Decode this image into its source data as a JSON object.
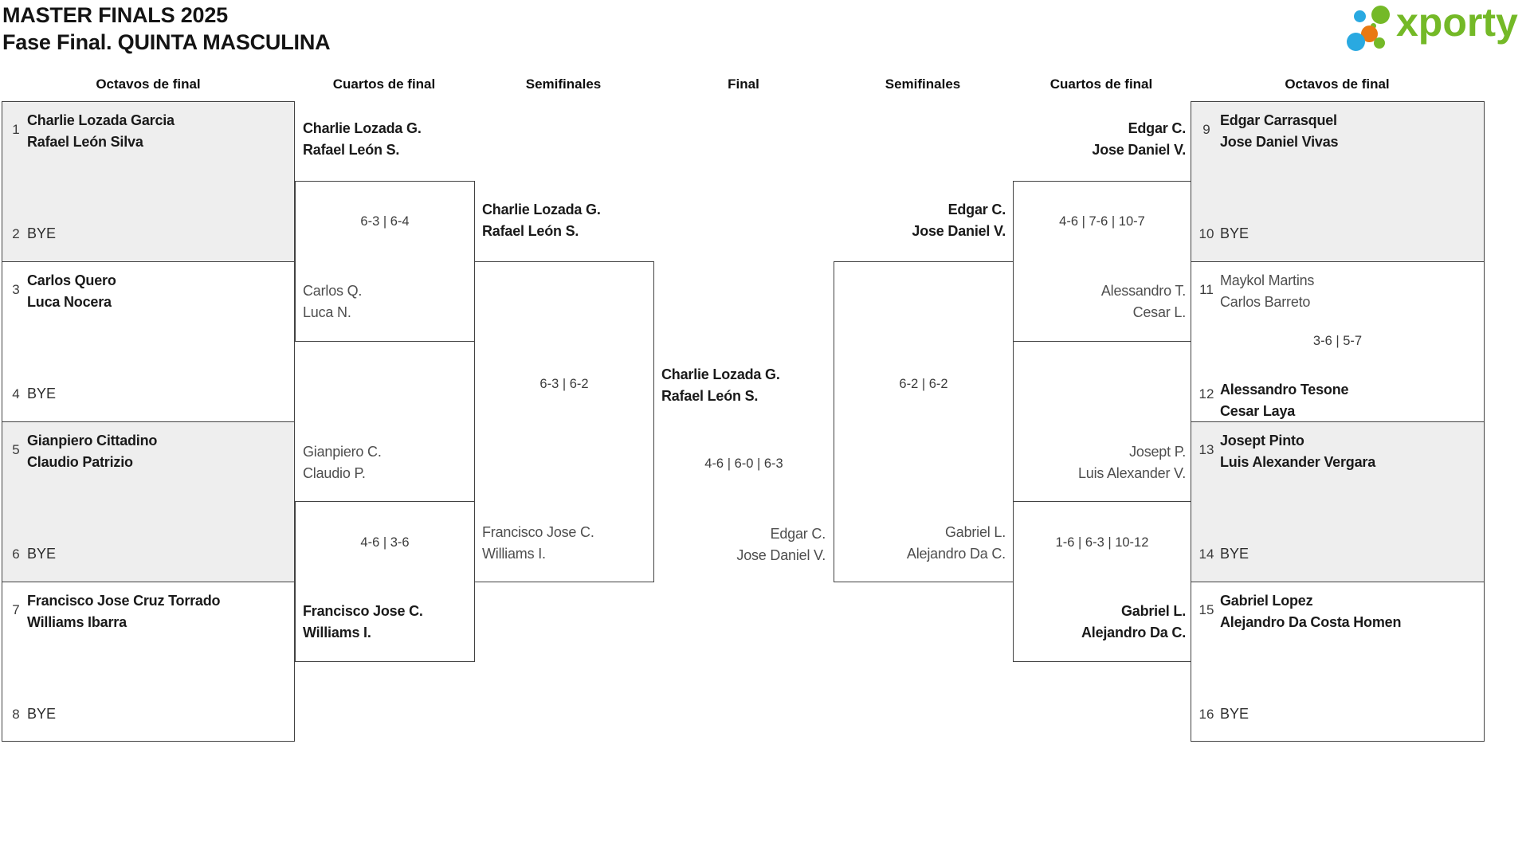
{
  "page": {
    "title_line1": "MASTER FINALS 2025",
    "title_line2": "Fase Final. QUINTA MASCULINA"
  },
  "logo": {
    "text": "xporty",
    "green": "#74b927",
    "blue": "#29a9e1",
    "orange": "#e97812"
  },
  "round_headers": [
    "Octavos de final",
    "Cuartos de final",
    "Semifinales",
    "Final",
    "Semifinales",
    "Cuartos de final",
    "Octavos de final"
  ],
  "octavos_left": [
    {
      "seed": "1",
      "name1": "Charlie Lozada Garcia",
      "name2": "Rafael León Silva"
    },
    {
      "seed": "2",
      "name1": "BYE"
    },
    {
      "seed": "3",
      "name1": "Carlos Quero",
      "name2": "Luca Nocera"
    },
    {
      "seed": "4",
      "name1": "BYE"
    },
    {
      "seed": "5",
      "name1": "Gianpiero Cittadino",
      "name2": "Claudio Patrizio"
    },
    {
      "seed": "6",
      "name1": "BYE"
    },
    {
      "seed": "7",
      "name1": "Francisco Jose Cruz Torrado",
      "name2": "Williams Ibarra"
    },
    {
      "seed": "8",
      "name1": "BYE"
    }
  ],
  "octavos_right": [
    {
      "seed": "9",
      "name1": "Edgar Carrasquel",
      "name2": "Jose Daniel Vivas"
    },
    {
      "seed": "10",
      "name1": "BYE"
    },
    {
      "seed": "11",
      "name1": "Maykol Martins",
      "name2": "Carlos Barreto"
    },
    {
      "seed": "12",
      "name1": "Alessandro Tesone",
      "name2": "Cesar Laya",
      "score": "3-6 | 5-7"
    },
    {
      "seed": "13",
      "name1": "Josept Pinto",
      "name2": "Luis Alexander Vergara"
    },
    {
      "seed": "14",
      "name1": "BYE"
    },
    {
      "seed": "15",
      "name1": "Gabriel Lopez",
      "name2": "Alejandro Da Costa Homen"
    },
    {
      "seed": "16",
      "name1": "BYE"
    }
  ],
  "cuartos_left": [
    {
      "top1": "Charlie Lozada G.",
      "top2": "Rafael León S.",
      "score": "6-3 | 6-4",
      "bottom1": "Carlos Q.",
      "bottom2": "Luca N."
    },
    {
      "top1": "Gianpiero C.",
      "top2": "Claudio P.",
      "score": "4-6 | 3-6",
      "bottom1": "Francisco Jose C.",
      "bottom2": "Williams I."
    }
  ],
  "cuartos_right": [
    {
      "top1": "Edgar C.",
      "top2": "Jose Daniel V.",
      "score": "4-6 | 7-6 | 10-7",
      "bottom1": "Alessandro T.",
      "bottom2": "Cesar L."
    },
    {
      "top1": "Josept P.",
      "top2": "Luis Alexander V.",
      "score": "1-6 | 6-3 | 10-12",
      "bottom1": "Gabriel L.",
      "bottom2": "Alejandro Da C."
    }
  ],
  "semifinal_left": {
    "top1": "Charlie Lozada G.",
    "top2": "Rafael León S.",
    "score": "6-3 | 6-2",
    "bottom1": "Francisco Jose C.",
    "bottom2": "Williams I."
  },
  "semifinal_right": {
    "top1": "Edgar C.",
    "top2": "Jose Daniel V.",
    "score": "6-2 | 6-2",
    "bottom1": "Gabriel L.",
    "bottom2": "Alejandro Da C."
  },
  "final": {
    "top1": "Charlie Lozada G.",
    "top2": "Rafael León S.",
    "score": "4-6 | 6-0 | 6-3",
    "bottom1": "Edgar C.",
    "bottom2": "Jose Daniel V."
  }
}
